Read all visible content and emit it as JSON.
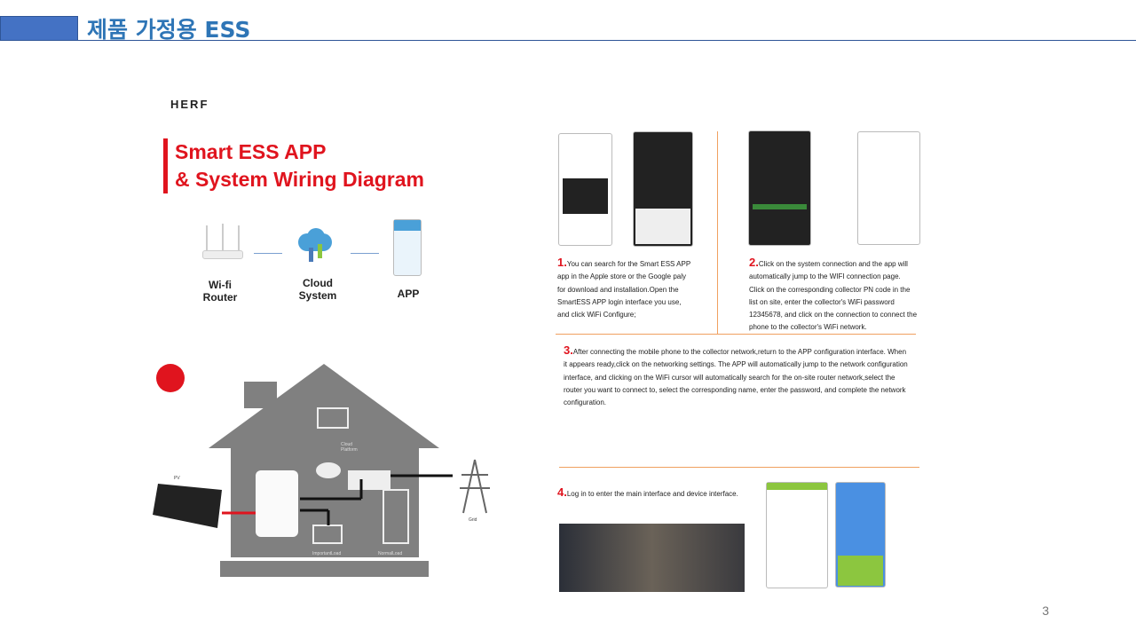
{
  "header": {
    "title": "제품 가정용 ESS"
  },
  "logo": "HERF",
  "poster": {
    "title_line1": "Smart ESS APP",
    "title_line2": "& System Wiring Diagram",
    "labels": {
      "router": "Wi-fi\nRouter",
      "cloud": "Cloud\nSystem",
      "app": "APP"
    },
    "diagram": {
      "pv": "PV",
      "cloud_platform": "Cloud Platform",
      "grid": "Grid",
      "important_load": "ImportantLoad",
      "normal_load": "NormalLoad"
    }
  },
  "steps": [
    {
      "num": "1.",
      "text": "You can search for the Smart ESS APP app in the Apple store or the Google paly for download and installation.Open the SmartESS APP login interface you use, and click WiFi Configure;"
    },
    {
      "num": "2.",
      "text": "Click on the system connection and the app will automatically jump to the WIFI connection page. Click on the corresponding collector PN code in the list on site, enter the collector's WiFi password 12345678, and click on the connection to connect the phone to the collector's WiFi network."
    },
    {
      "num": "3.",
      "text": "After connecting the mobile phone to the collector network,return to the APP configuration interface. When it appears ready,click on the networking settings. The APP will automatically jump to the network configuration interface, and clicking on the WiFi cursor will automatically search for the on-site router network,select the router you want to connect to, select the corresponding name, enter the password, and complete the network configuration."
    },
    {
      "num": "4.",
      "text": "Log in to enter the main interface and device interface."
    }
  ],
  "page_number": "3"
}
